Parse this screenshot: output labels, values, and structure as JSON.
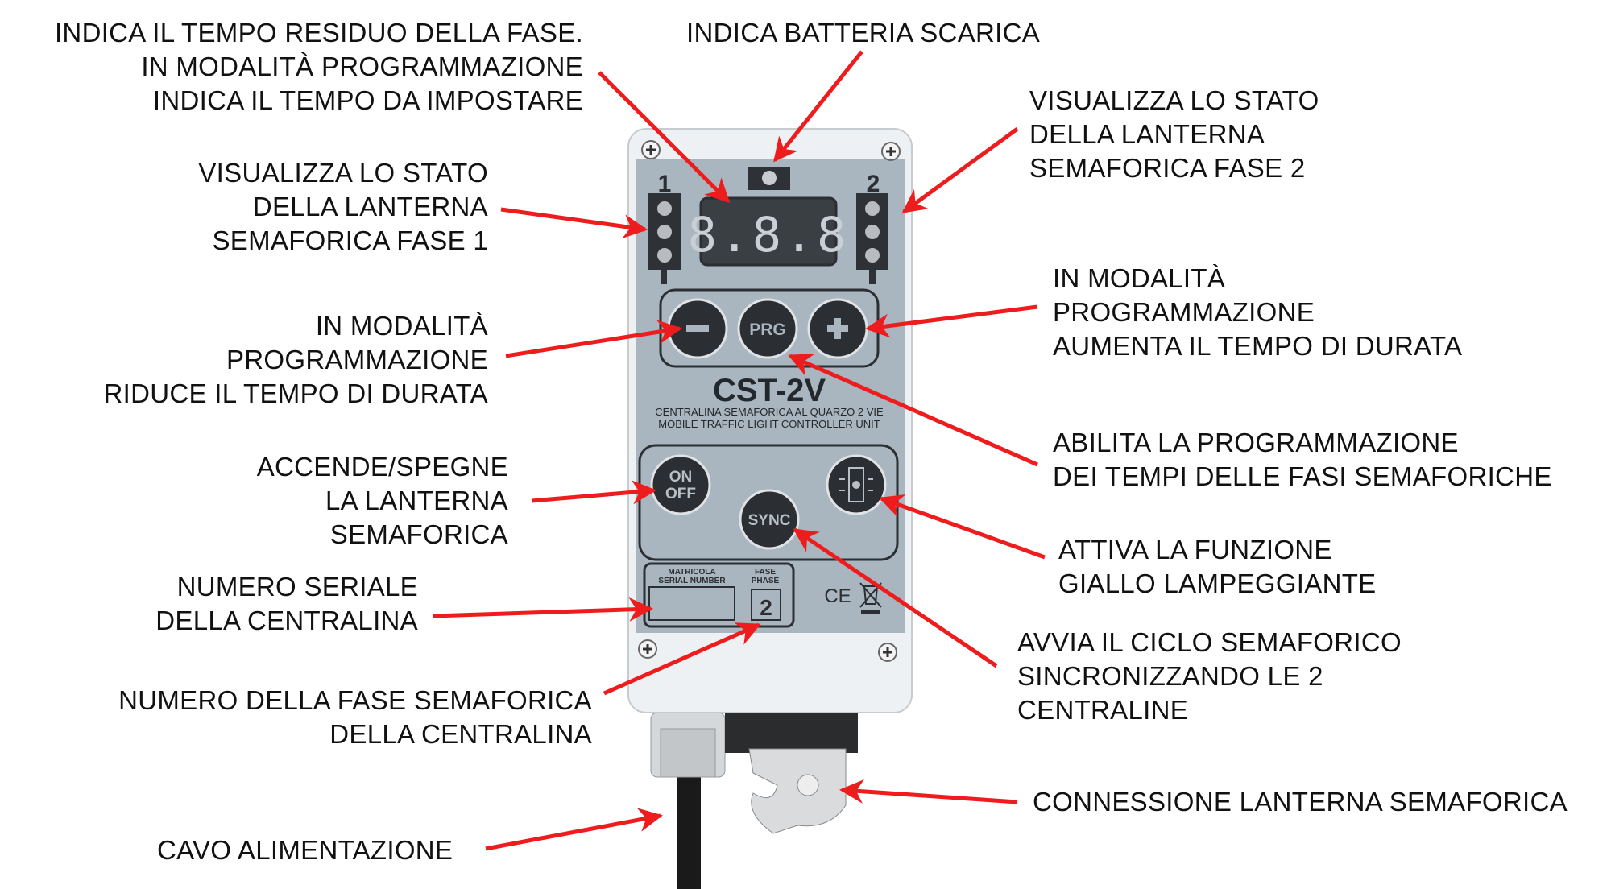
{
  "labels": {
    "residual_time": [
      "INDICA IL TEMPO RESIDUO DELLA FASE.",
      "IN MODALITÀ PROGRAMMAZIONE",
      "INDICA IL TEMPO DA IMPOSTARE"
    ],
    "low_battery": [
      "INDICA BATTERIA SCARICA"
    ],
    "lantern_phase2": [
      "VISUALIZZA LO STATO",
      "DELLA LANTERNA",
      "SEMAFORICA FASE 2"
    ],
    "lantern_phase1": [
      "VISUALIZZA LO STATO",
      "DELLA LANTERNA",
      "SEMAFORICA FASE 1"
    ],
    "increase": [
      "IN MODALITÀ",
      "PROGRAMMAZIONE",
      "AUMENTA IL TEMPO DI DURATA"
    ],
    "decrease": [
      "IN MODALITÀ",
      "PROGRAMMAZIONE",
      "RIDUCE IL TEMPO DI DURATA"
    ],
    "program": [
      "ABILITA LA PROGRAMMAZIONE",
      "DEI TEMPI DELLE FASI SEMAFORICHE"
    ],
    "on_off": [
      "ACCENDE/SPEGNE",
      "LA LANTERNA",
      "SEMAFORICA"
    ],
    "flashing": [
      "ATTIVA LA FUNZIONE",
      "GIALLO LAMPEGGIANTE"
    ],
    "serial": [
      "NUMERO SERIALE",
      "DELLA CENTRALINA"
    ],
    "sync": [
      "AVVIA IL CICLO SEMAFORICO",
      "SINCRONIZZANDO LE 2",
      "CENTRALINE"
    ],
    "phase_number": [
      "NUMERO DELLA FASE SEMAFORICA",
      "DELLA CENTRALINA"
    ],
    "connection": [
      "CONNESSIONE LANTERNA SEMAFORICA"
    ],
    "power_cable": [
      "CAVO ALIMENTAZIONE"
    ]
  },
  "device": {
    "phase1_num": "1",
    "phase2_num": "2",
    "display": "8.8.8",
    "btn_minus": "−",
    "btn_prg": "PRG",
    "btn_plus": "+",
    "model": "CST-2V",
    "subtitle1": "CENTRALINA SEMAFORICA AL QUARZO 2 VIE",
    "subtitle2": "MOBILE TRAFFIC LIGHT CONTROLLER UNIT",
    "btn_on": "ON",
    "btn_off": "OFF",
    "btn_sync": "SYNC",
    "serial_label1": "MATRICOLA",
    "serial_label2": "SERIAL NUMBER",
    "phase_label1": "FASE",
    "phase_label2": "PHASE",
    "phase_value": "2",
    "ce_mark": "CE"
  },
  "colors": {
    "arrow": "#ee1c1c",
    "panel": "#a7b3bd",
    "button": "#2b2f33"
  }
}
